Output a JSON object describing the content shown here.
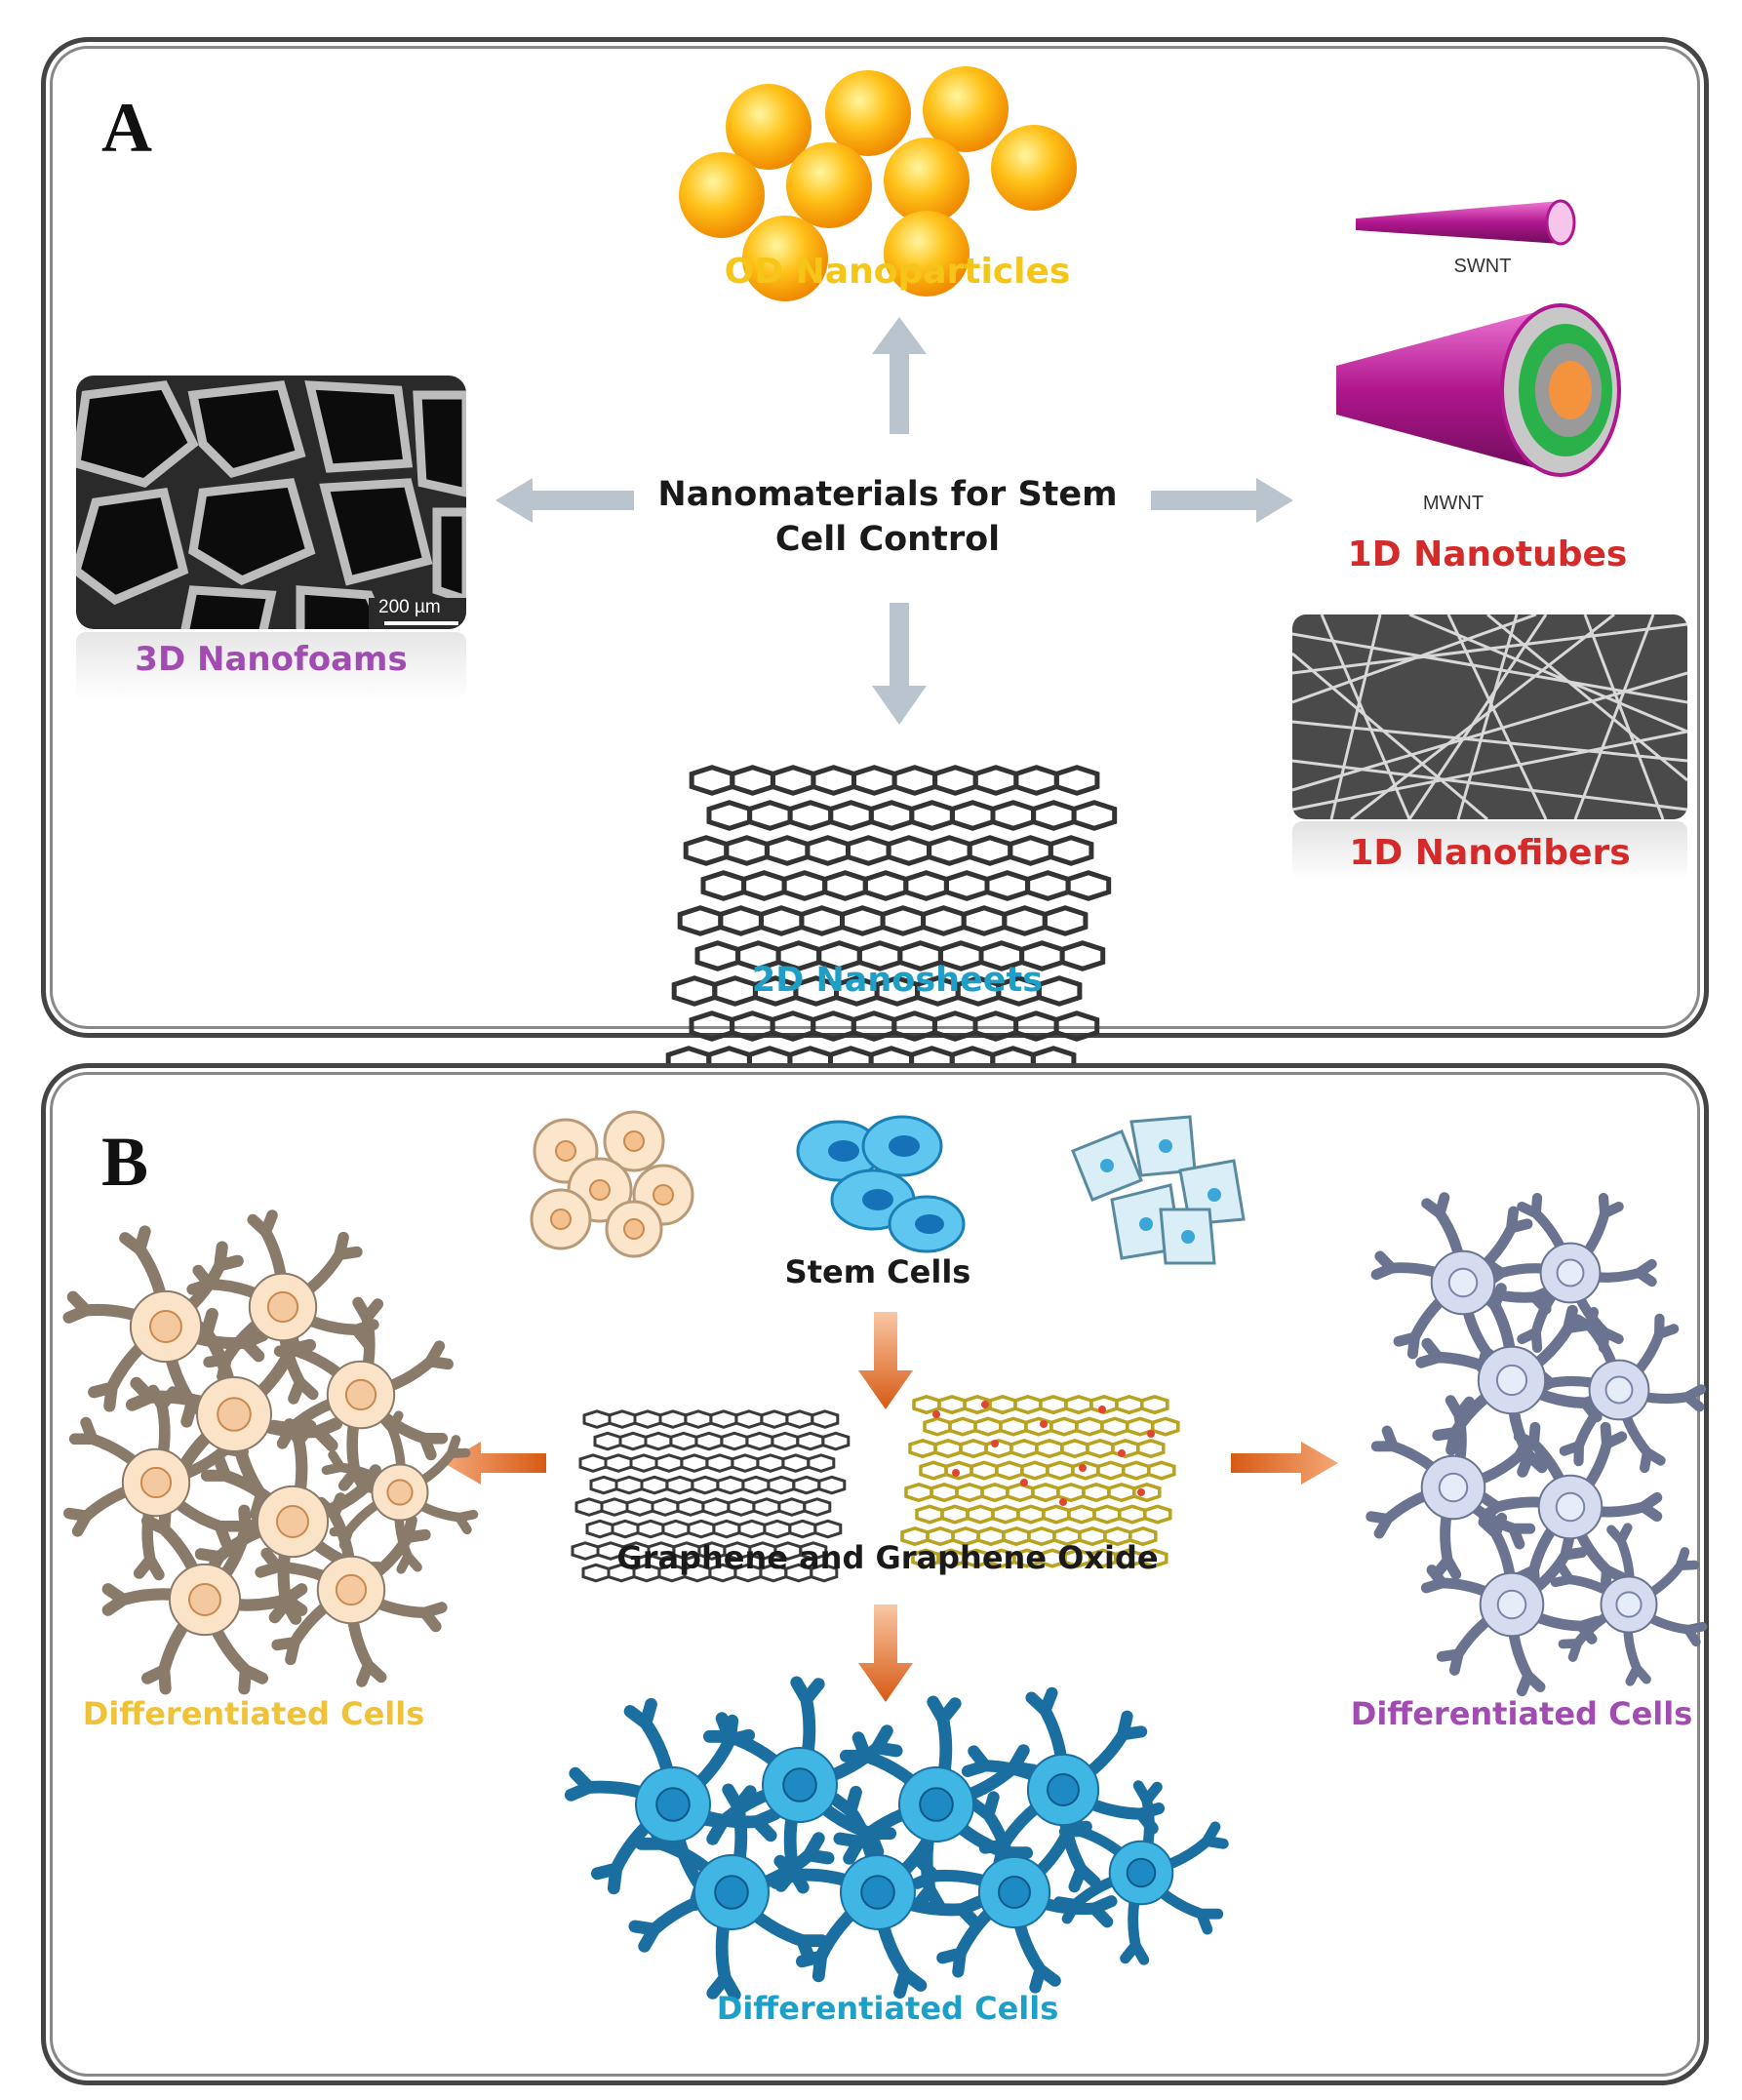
{
  "panel_a": {
    "label": "A",
    "center": {
      "line1": "Nanomaterials for Stem",
      "line2": "Cell Control"
    },
    "nanoparticles": {
      "label": "OD Nanoparticles",
      "color": "#f5c518"
    },
    "nanofoams": {
      "label": "3D Nanofoams",
      "scale_label": "200 µm",
      "color": "#a04cb0"
    },
    "nanotubes": {
      "label": "1D Nanotubes",
      "swnt": "SWNT",
      "mwnt": "MWNT",
      "color": "#d42a2a"
    },
    "nanofibers": {
      "label": "1D Nanofibers",
      "color": "#d42a2a"
    },
    "nanosheets": {
      "label": "2D Nanosheets",
      "color": "#1e9fc8"
    }
  },
  "panel_b": {
    "label": "B",
    "stem_cells": "Stem Cells",
    "graphene": "Graphene and Graphene Oxide",
    "diff_left": {
      "label": "Differentiated Cells",
      "color": "#f0c23a"
    },
    "diff_right": {
      "label": "Differentiated Cells",
      "color": "#a04cb0"
    },
    "diff_bottom": {
      "label": "Differentiated Cells",
      "color": "#1e9fc8"
    }
  }
}
